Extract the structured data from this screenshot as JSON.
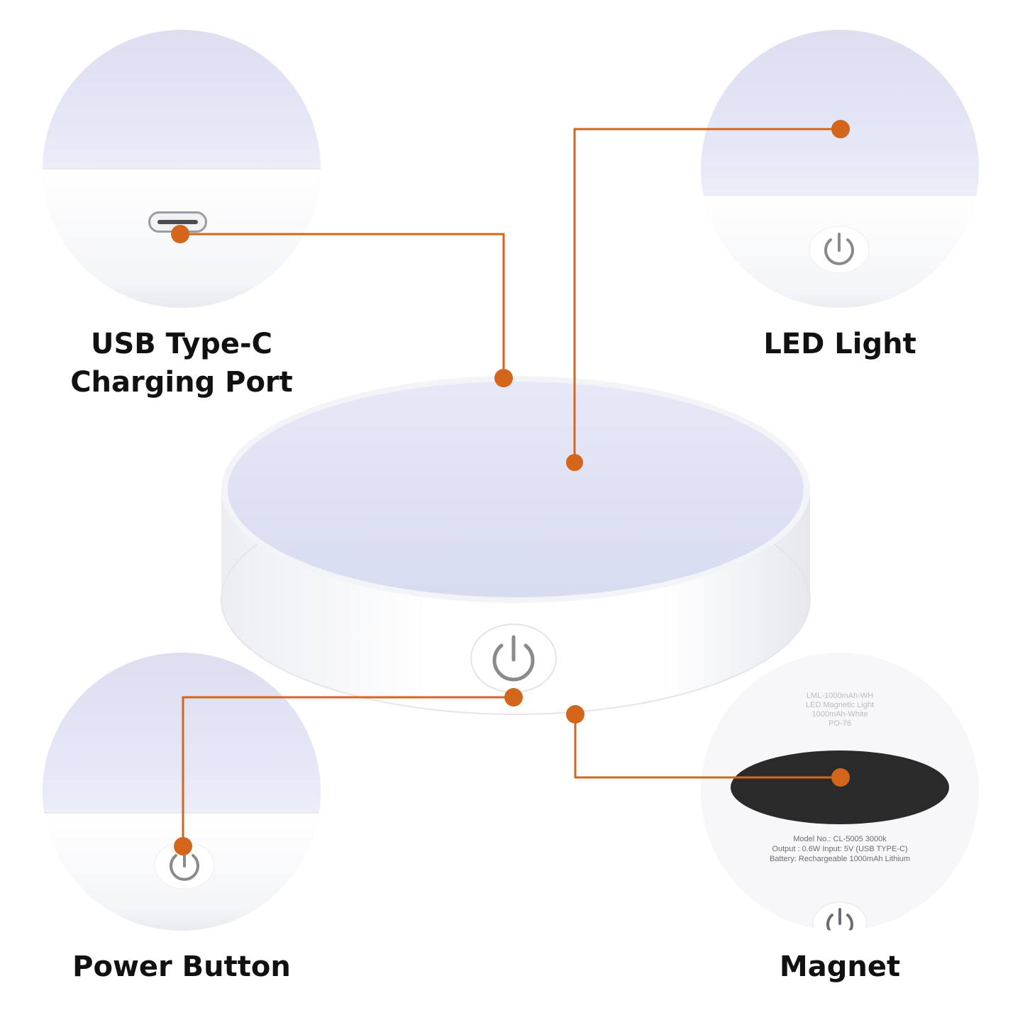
{
  "callouts": {
    "usb": {
      "line1": "USB Type-C",
      "line2": "Charging Port"
    },
    "led": {
      "label": "LED Light"
    },
    "power": {
      "label": "Power Button"
    },
    "magnet": {
      "label": "Magnet"
    }
  },
  "back_label": {
    "line1": "LML-1000mAh-WH",
    "line2": "LED Magnetic Light",
    "line3": "1000mAh-White",
    "line4": "PO-76",
    "model": "Model No.: CL-5005 3000k",
    "output": "Output : 0.6W  Input: 5V (USB TYPE-C)",
    "battery": "Battery: Rechargeable 1000mAh Lithium"
  },
  "colors": {
    "accent": "#d4661c",
    "lens": "#dfe2f3",
    "body": "#ffffff",
    "magnet": "#2a2a2a",
    "icon": "#8a8a8a"
  }
}
